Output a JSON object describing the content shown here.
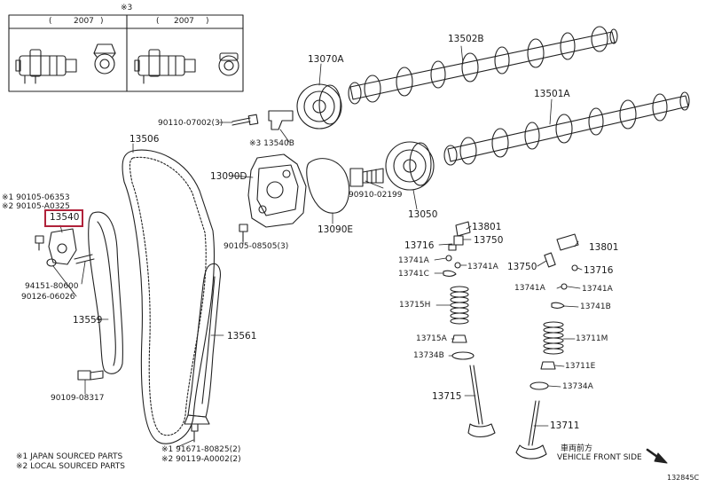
{
  "inset": {
    "note": "※3",
    "left_header_open": "(",
    "left_header": "2007",
    "left_header_close": ")",
    "right_header_open": "(",
    "right_header": "2007",
    "right_header_close": ")"
  },
  "labels": {
    "p13502B": "13502B",
    "p13070A": "13070A",
    "p13501A": "13501A",
    "p90110": "90110-07002(3)",
    "p13540B": "※3 13540B",
    "p13506": "13506",
    "p13090D": "13090D",
    "p90910": "90910-02199",
    "p13090E": "13090E",
    "p13050": "13050",
    "p90105a": "※1 90105-06353",
    "p90105b": "※2 90105-A0325",
    "p13540": "13540",
    "p90105c": "90105-08505(3)",
    "p94151": "94151-80600",
    "p90126": "90126-06026",
    "p13559": "13559",
    "p13561": "13561",
    "p90109": "90109-08317",
    "p91671": "※1 91671-80825(2)",
    "p90119": "※2 90119-A0002(2)",
    "p13801a": "13801",
    "p13716a": "13716",
    "p13750a": "13750",
    "p13741Aa": "13741A",
    "p13741Ab": "13741A",
    "p13741C": "13741C",
    "p13715H": "13715H",
    "p13715A": "13715A",
    "p13734B": "13734B",
    "p13715": "13715",
    "p13801b": "13801",
    "p13750b": "13750",
    "p13716b": "13716",
    "p13741Ac": "13741A",
    "p13741Ad": "13741A",
    "p13741B": "13741B",
    "p13711M": "13711M",
    "p13711E": "13711E",
    "p13734A": "13734A",
    "p13711": "13711"
  },
  "legend": {
    "japan": "※1 JAPAN SOURCED PARTS",
    "local": "※2 LOCAL SOURCED PARTS"
  },
  "direction": {
    "japanese": "車両前方",
    "english": "VEHICLE FRONT SIDE"
  },
  "figure_id": "132845C",
  "highlight": "13540"
}
